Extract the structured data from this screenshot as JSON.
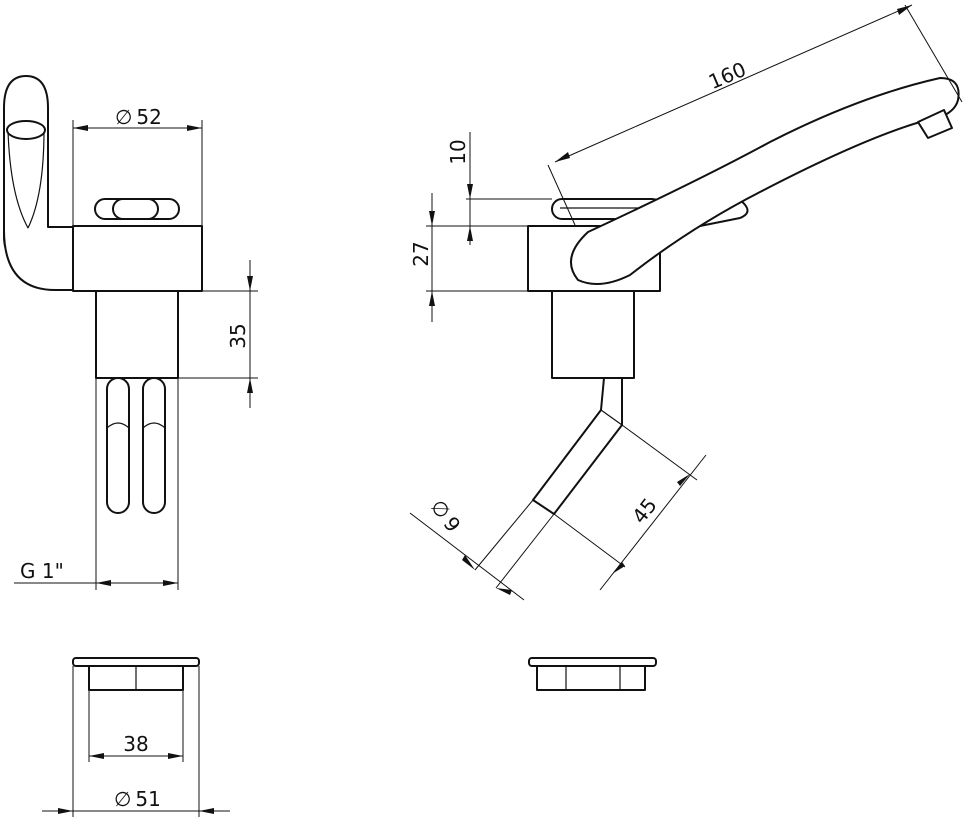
{
  "dimensions": {
    "d52": "52",
    "d35": "35",
    "g1": "G 1\"",
    "d160": "160",
    "d10": "10",
    "d27": "27",
    "d9": "9",
    "d45": "45",
    "d38": "38",
    "d51": "51"
  },
  "symbols": {
    "diameter": "∅"
  },
  "colors": {
    "line": "#111111",
    "background": "#ffffff"
  }
}
